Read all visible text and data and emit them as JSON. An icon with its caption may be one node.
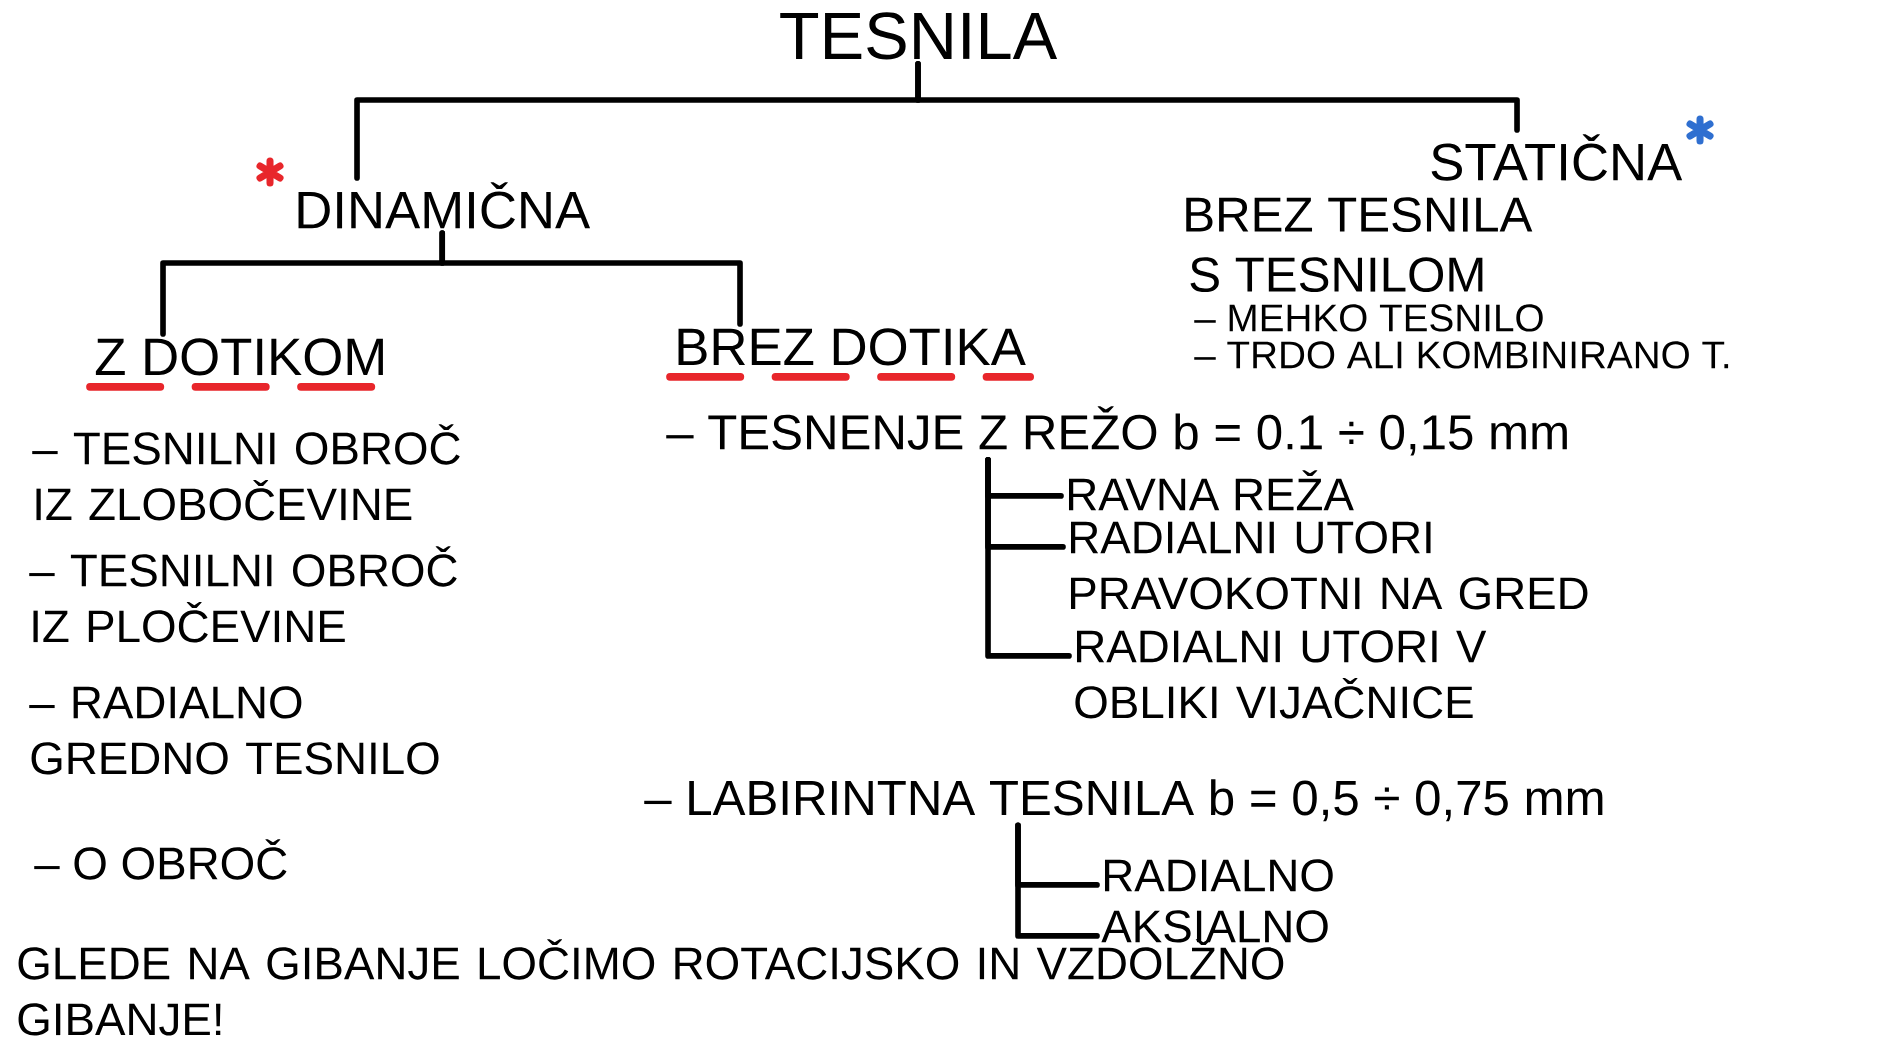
{
  "diagram": {
    "nodes": [
      {
        "text": [
          "TESNILA"
        ]
      },
      {
        "text": [
          "DINAMIČNA"
        ]
      },
      {
        "text": [
          "STATIČNA"
        ]
      },
      {
        "text": [
          "Z DOTIKOM"
        ]
      },
      {
        "text": [
          "BREZ DOTIKA"
        ]
      },
      {
        "text": [
          "– TESNENJE Z REŽO b = 0.1 ÷ 0,15 mm"
        ]
      },
      {
        "text": [
          "RAVNA REŽA"
        ]
      },
      {
        "text": [
          "RADIALNI UTORI PRAVOKOTNI NA GRED"
        ]
      },
      {
        "text": [
          "RADIALNI UTORI V OBLIKI VIJAČNICE"
        ]
      },
      {
        "text": [
          "– LABIRINTNA TESNILA b = 0,5 ÷ 0,75 mm"
        ]
      },
      {
        "text": [
          "RADIALNO"
        ]
      },
      {
        "text": [
          "AKSIALNO"
        ]
      }
    ],
    "edges": [
      {
        "from": 0,
        "to": 1,
        "arrow": "none"
      },
      {
        "from": 0,
        "to": 2,
        "arrow": "none"
      },
      {
        "from": 1,
        "to": 3,
        "arrow": "none"
      },
      {
        "from": 1,
        "to": 4,
        "arrow": "none"
      },
      {
        "from": 5,
        "to": 6,
        "arrow": "none"
      },
      {
        "from": 5,
        "to": 7,
        "arrow": "none"
      },
      {
        "from": 5,
        "to": 8,
        "arrow": "none"
      },
      {
        "from": 9,
        "to": 10,
        "arrow": "none"
      },
      {
        "from": 9,
        "to": 11,
        "arrow": "none"
      }
    ],
    "labels": [
      "BREZ TESNILA",
      "S TESNILOM",
      "– MEHKO TESNILO",
      "– TRDO ALI KOMBINIRANO T.",
      "– TESNILNI OBROČ IZ ZLOBOČEVINE",
      "– TESNILNI OBROČ IZ PLOČEVINE",
      "– RADIALNO GREDNO TESNILO",
      "– O OBROČ",
      "GLEDE NA GIBANJE LOČIMO ROTACIJSKO IN VZDOLŽNO GIBANJE!"
    ]
  }
}
